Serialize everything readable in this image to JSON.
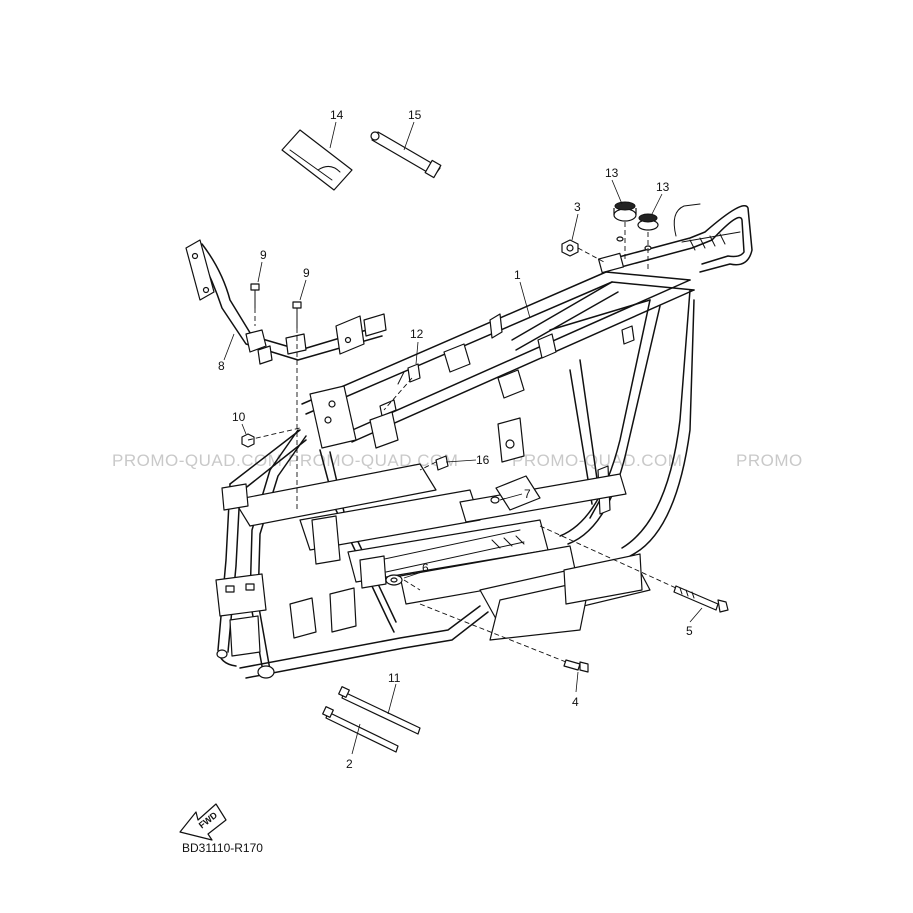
{
  "diagram": {
    "drawing_code": "BD31110-R170",
    "fwd_label": "FWD",
    "watermarks": [
      "PROMO-QUAD.COM",
      "PROMO-QUAD.COM",
      "PROMO-QUAD.COM",
      "PROMO"
    ],
    "callouts": {
      "c1": "1",
      "c2": "2",
      "c3": "3",
      "c4": "4",
      "c5": "5",
      "c6": "6",
      "c7": "7",
      "c8": "8",
      "c9a": "9",
      "c9b": "9",
      "c10": "10",
      "c11": "11",
      "c12": "12",
      "c13a": "13",
      "c13b": "13",
      "c14": "14",
      "c15": "15",
      "c16": "16"
    }
  }
}
